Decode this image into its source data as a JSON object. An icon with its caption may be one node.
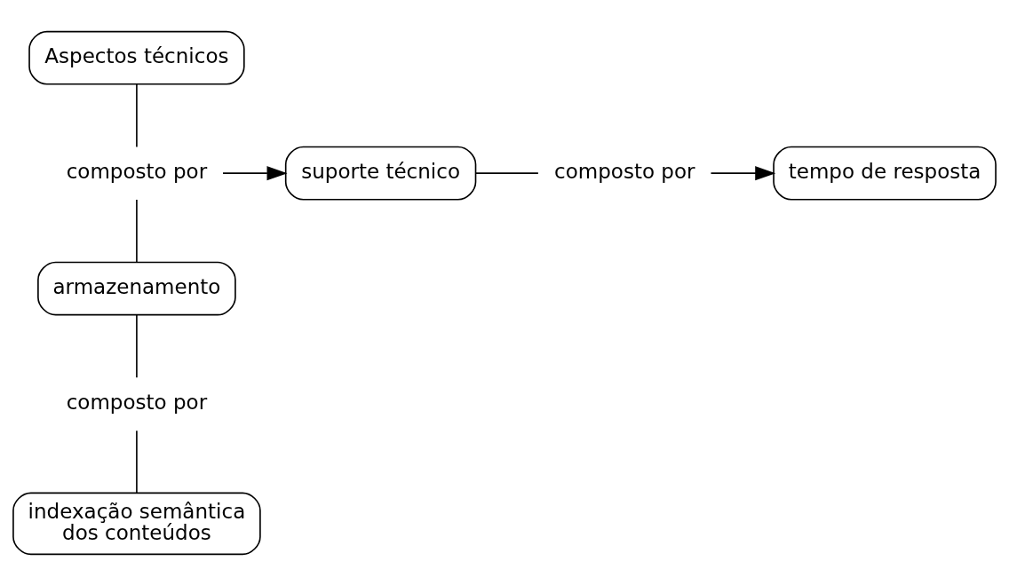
{
  "diagram": {
    "nodes": [
      {
        "text": [
          "Aspectos técnicos"
        ]
      },
      {
        "text": [
          "composto por"
        ]
      },
      {
        "text": [
          "suporte técnico"
        ]
      },
      {
        "text": [
          "composto por"
        ]
      },
      {
        "text": [
          "tempo de resposta"
        ]
      },
      {
        "text": [
          "armazenamento"
        ]
      },
      {
        "text": [
          "composto por"
        ]
      },
      {
        "text": [
          "indexação semântica dos conteúdos"
        ]
      }
    ],
    "edges": [
      {
        "from": 0,
        "to": 1,
        "arrow": "none"
      },
      {
        "from": 1,
        "to": 2,
        "arrow": "to"
      },
      {
        "from": 1,
        "to": 5,
        "arrow": "none"
      },
      {
        "from": 2,
        "to": 3,
        "arrow": "none"
      },
      {
        "from": 3,
        "to": 4,
        "arrow": "to"
      },
      {
        "from": 5,
        "to": 6,
        "arrow": "none"
      },
      {
        "from": 6,
        "to": 7,
        "arrow": "none"
      }
    ]
  }
}
